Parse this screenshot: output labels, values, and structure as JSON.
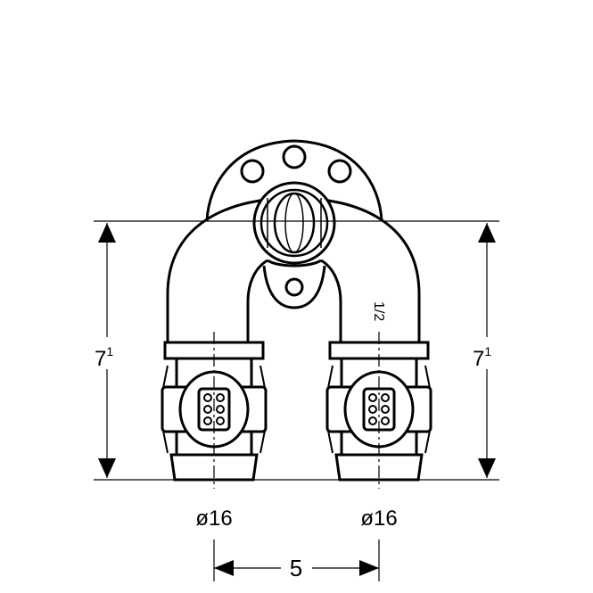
{
  "dimensions": {
    "height_left": {
      "main": "7",
      "sup": "1"
    },
    "height_right": {
      "main": "7",
      "sup": "1"
    },
    "diameter_left": "ø16",
    "diameter_right": "ø16",
    "spacing": "5"
  },
  "fitting_marking": "1/2",
  "icons": {
    "wall_plate": "mounting-flange-icon",
    "fitting": "press-fitting-icon"
  }
}
